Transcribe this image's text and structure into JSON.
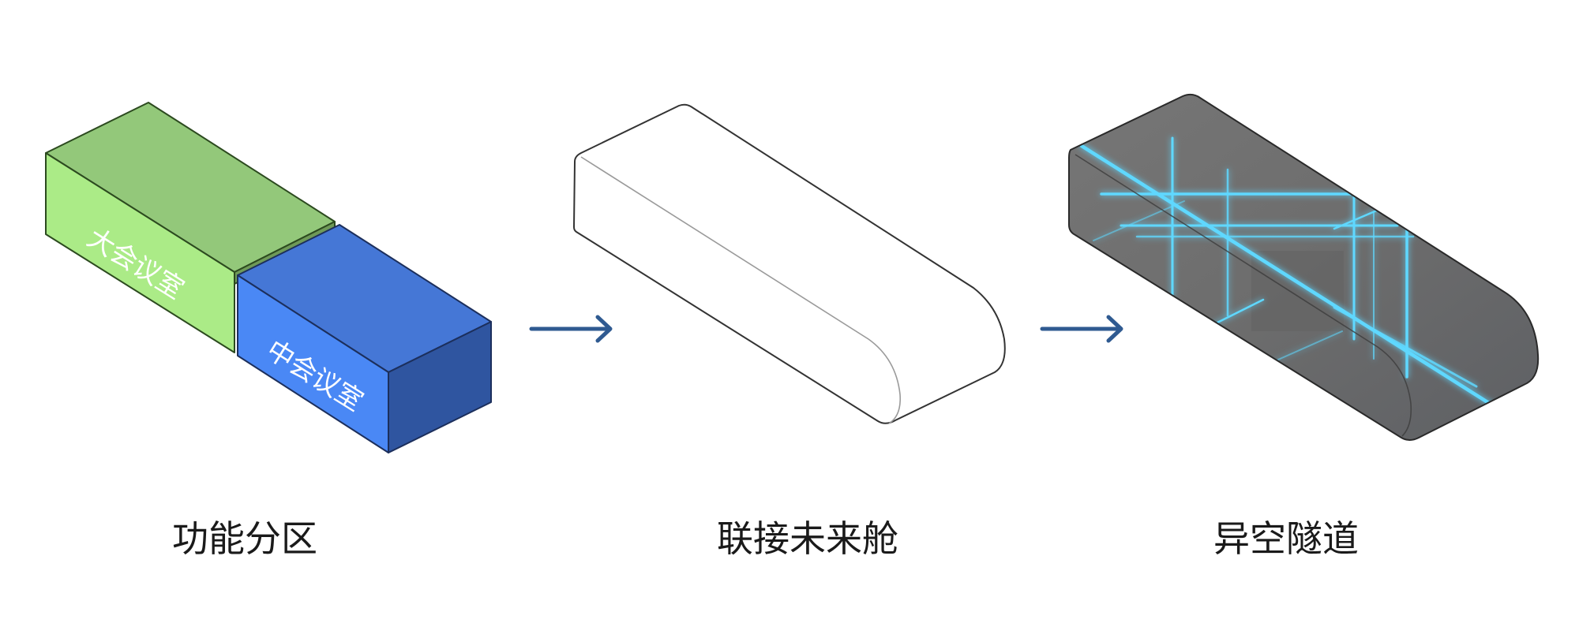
{
  "stages": [
    {
      "caption": "功能分区",
      "boxes": [
        {
          "label": "大会议室",
          "color_front": "#abeb87",
          "color_top": "#93c87a"
        },
        {
          "label": "中会议室",
          "color_front": "#4a88f5",
          "color_top": "#4577d6",
          "color_side": "#2f55a0"
        }
      ]
    },
    {
      "caption": "联接未来舱"
    },
    {
      "caption": "异空隧道",
      "glow_color": "#5fd8ff",
      "body_color": "#6f6f6f"
    }
  ],
  "arrow_color": "#2f5a91"
}
